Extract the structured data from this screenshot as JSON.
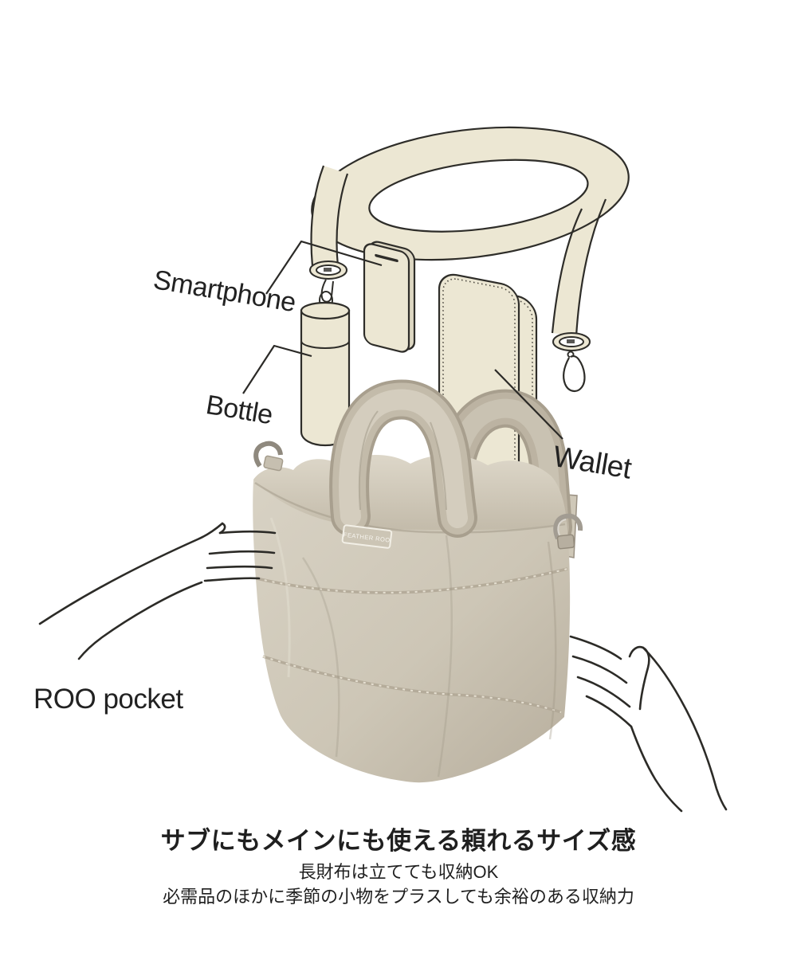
{
  "labels": {
    "smartphone": "Smartphone",
    "bottle": "Bottle",
    "wallet": "Wallet",
    "roo_pocket": "ROO pocket"
  },
  "bag": {
    "logo_text": "FEATHER ROO"
  },
  "caption": {
    "heading": "サブにもメインにも使える頼れるサイズ感",
    "line1": "長財布は立てても収納OK",
    "line2": "必需品のほかに季節の小物をプラスしても余裕のある収納力"
  },
  "colors": {
    "background": "#ffffff",
    "illustration_fill": "#ece7d3",
    "illustration_outline": "#2e2d29",
    "bag_light": "#d9d3c5",
    "bag_base": "#cfc8b9",
    "bag_shadow": "#aaa190",
    "label_text": "#222222",
    "caption_text": "#1f1f1f"
  }
}
